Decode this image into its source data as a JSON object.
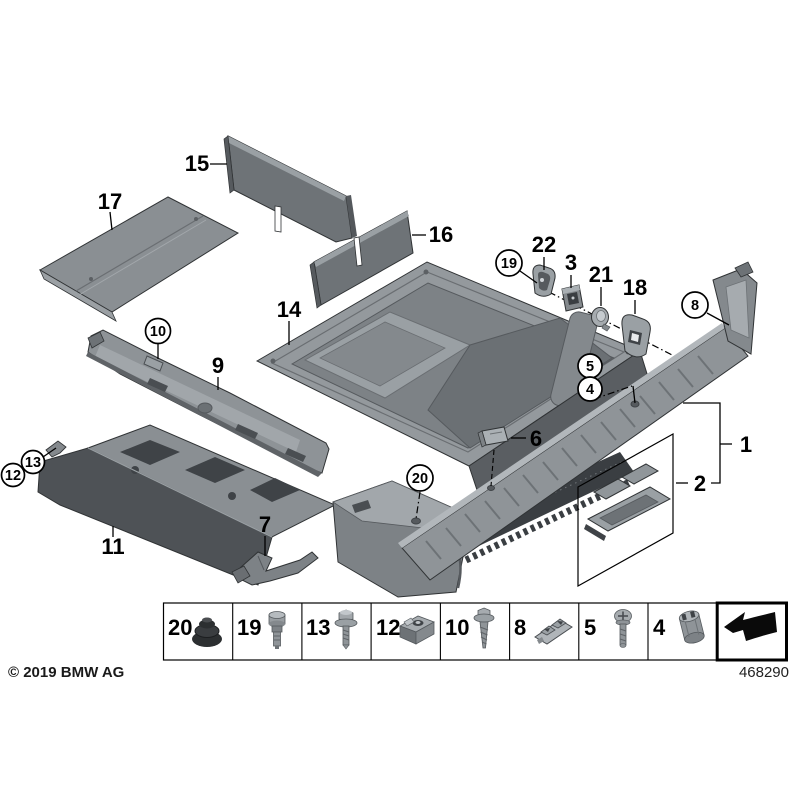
{
  "callouts": {
    "c1": "1",
    "c2": "2",
    "c3": "3",
    "c4": "4",
    "c5": "5",
    "c6": "6",
    "c7": "7",
    "c8": "8",
    "c9": "9",
    "c10": "10",
    "c11": "11",
    "c12": "12",
    "c13": "13",
    "c14": "14",
    "c15": "15",
    "c16": "16",
    "c17": "17",
    "c18": "18",
    "c19": "19",
    "c20": "20",
    "c21": "21",
    "c22": "22"
  },
  "legend": {
    "items": [
      {
        "number": "20",
        "icon": "plug-grommet-icon"
      },
      {
        "number": "19",
        "icon": "blind-rivet-icon"
      },
      {
        "number": "13",
        "icon": "hex-screw-washer-icon"
      },
      {
        "number": "12",
        "icon": "clip-nut-icon"
      },
      {
        "number": "10",
        "icon": "self-tapping-screw-icon"
      },
      {
        "number": "8",
        "icon": "warning-label-icon"
      },
      {
        "number": "5",
        "icon": "pan-head-screw-icon"
      },
      {
        "number": "4",
        "icon": "expanding-nut-icon"
      }
    ],
    "arrow_icon": "back-arrow-icon"
  },
  "footer": {
    "copyright": "© 2019 BMW AG",
    "diagram_number": "468290"
  },
  "colors": {
    "background": "#ffffff",
    "outline": "#303335",
    "part_light": "#b2b7bb",
    "part_mid": "#8f9498",
    "part_base": "#84898d",
    "part_shadow": "#5a5e62",
    "part_dark": "#3f4347",
    "plug_dark": "#2c2f31"
  }
}
